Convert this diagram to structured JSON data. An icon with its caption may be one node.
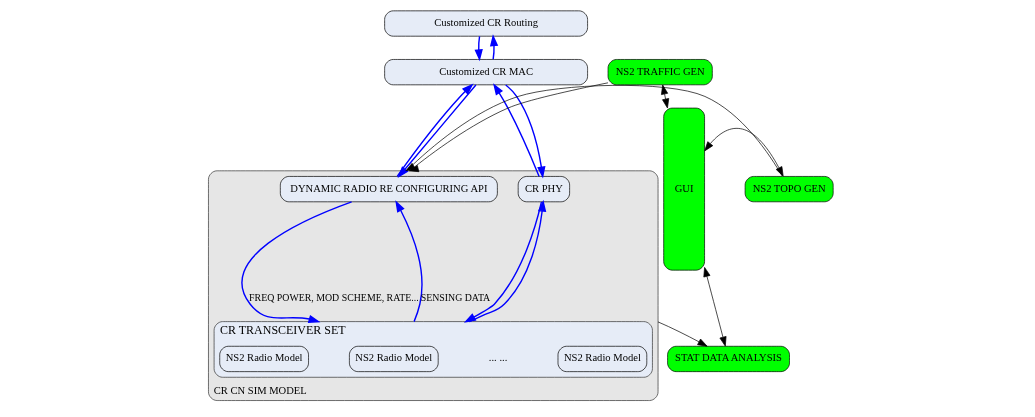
{
  "diagram": {
    "nodes": [
      {
        "text": [
          "Customized CR Routing"
        ]
      },
      {
        "text": [
          "Customized CR MAC"
        ]
      },
      {
        "text": [
          "CR CN SIM MODEL"
        ]
      },
      {
        "text": [
          "DYNAMIC RADIO RE CONFIGURING API"
        ],
        "in": 2
      },
      {
        "text": [
          "CR PHY"
        ],
        "in": 2
      },
      {
        "text": [
          "CR TRANSCEIVER SET"
        ],
        "in": 2
      },
      {
        "text": [
          "NS2 Radio Model"
        ],
        "in": 5
      },
      {
        "text": [
          "NS2 Radio Model"
        ],
        "in": 5
      },
      {
        "text": [
          "NS2 Radio Model"
        ],
        "in": 5
      },
      {
        "text": [
          "NS2 TRAFFIC GEN"
        ]
      },
      {
        "text": [
          "NS2 TOPO GEN"
        ]
      },
      {
        "text": [
          "STAT DATA ANALYSIS"
        ]
      },
      {
        "text": [
          "GUI"
        ]
      }
    ],
    "edges": [
      {
        "from": 0,
        "to": 1,
        "arrow": "to"
      },
      {
        "from": 1,
        "to": 0,
        "arrow": "to"
      },
      {
        "from": 1,
        "to": 3,
        "arrow": "to"
      },
      {
        "from": 3,
        "to": 1,
        "arrow": "to"
      },
      {
        "from": 4,
        "to": 1,
        "arrow": "to"
      },
      {
        "from": 1,
        "to": 4,
        "arrow": "to"
      },
      {
        "from": 3,
        "to": 5,
        "arrow": "to",
        "label": "FREQ POWER, MOD SCHEME, RATE..."
      },
      {
        "from": 5,
        "to": 3,
        "arrow": "to",
        "label": "SENSING DATA"
      },
      {
        "from": 4,
        "to": 5,
        "arrow": "to"
      },
      {
        "from": 5,
        "to": 4,
        "arrow": "to"
      },
      {
        "from": 9,
        "to": 2,
        "arrow": "to",
        "color": "#000000"
      },
      {
        "from": 10,
        "to": 2,
        "arrow": "to",
        "color": "#000000"
      },
      {
        "from": 2,
        "to": 11,
        "arrow": "to",
        "color": "#000000"
      },
      {
        "from": 9,
        "to": 12,
        "arrow": "both",
        "color": "#000000"
      },
      {
        "from": 10,
        "to": 12,
        "arrow": "both",
        "color": "#000000"
      },
      {
        "from": 11,
        "to": 12,
        "arrow": "both",
        "color": "#000000"
      }
    ],
    "labels": [
      "... ..."
    ]
  }
}
